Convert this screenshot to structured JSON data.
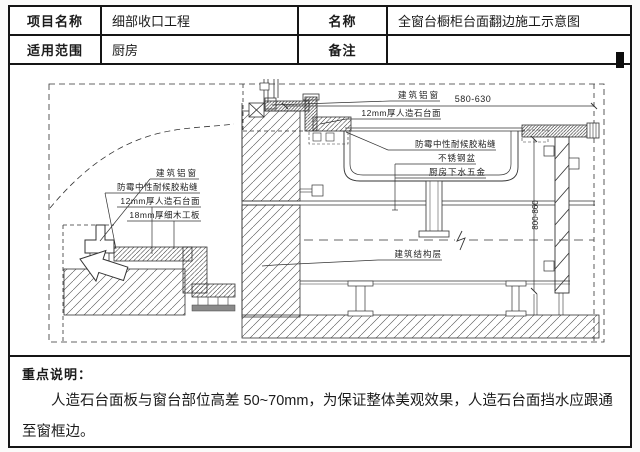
{
  "header": {
    "rows": [
      {
        "label": "项目名称",
        "value": "细部收口工程",
        "label2": "名称",
        "value2": "全窗台橱柜台面翻边施工示意图"
      },
      {
        "label": "适用范围",
        "value": "厨房",
        "label2": "备注",
        "value2": ""
      }
    ]
  },
  "drawing": {
    "left_labels": {
      "window": "建筑铝窗",
      "sealant": "防霉中性耐候胶粘缝",
      "stone": "12mm厚人造石台面",
      "plywood": "18mm厚细木工板"
    },
    "right_labels": {
      "window": "建筑铝窗",
      "stone": "12mm厚人造石台面",
      "sealant": "防霉中性耐候胶粘缝",
      "sink": "不锈钢盆",
      "drain": "厨房下水五金",
      "structure": "建筑结构层"
    },
    "dim_top": "580-630",
    "dim_right": "800-860"
  },
  "notes": {
    "title": "重点说明：",
    "body": "人造石台面板与窗台部位高差 50~70mm，为保证整体美观效果，人造石台面挡水应跟通至窗框边。"
  }
}
